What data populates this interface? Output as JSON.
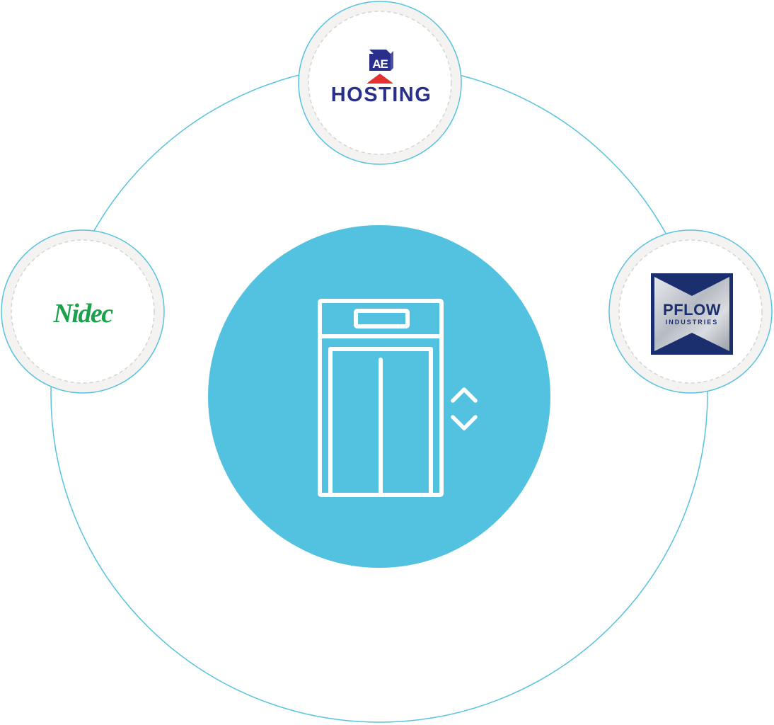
{
  "colors": {
    "accent": "#53c2e0",
    "ring": "#58c3df",
    "node_bg": "#f4f3f1",
    "node_dash": "#d6d4d0",
    "white": "#ffffff",
    "hosting_blue": "#2a2f8c",
    "hosting_red": "#e4312f",
    "nidec_green": "#1aa14a",
    "pflow_navy": "#1b2f6e",
    "pflow_steel": "#c8ccd2"
  },
  "center": {
    "icon": "elevator-icon",
    "arrows_icon": "up-down-chevron-icon"
  },
  "nodes": {
    "top": {
      "logo_icon": "ae-hosting-logo",
      "monogram": "AE",
      "wordmark": "HOSTING"
    },
    "left": {
      "logo_icon": "nidec-logo",
      "wordmark": "Nidec"
    },
    "right": {
      "logo_icon": "pflow-logo",
      "wordmark": "PFLOW",
      "subtext": "INDUSTRIES"
    }
  }
}
